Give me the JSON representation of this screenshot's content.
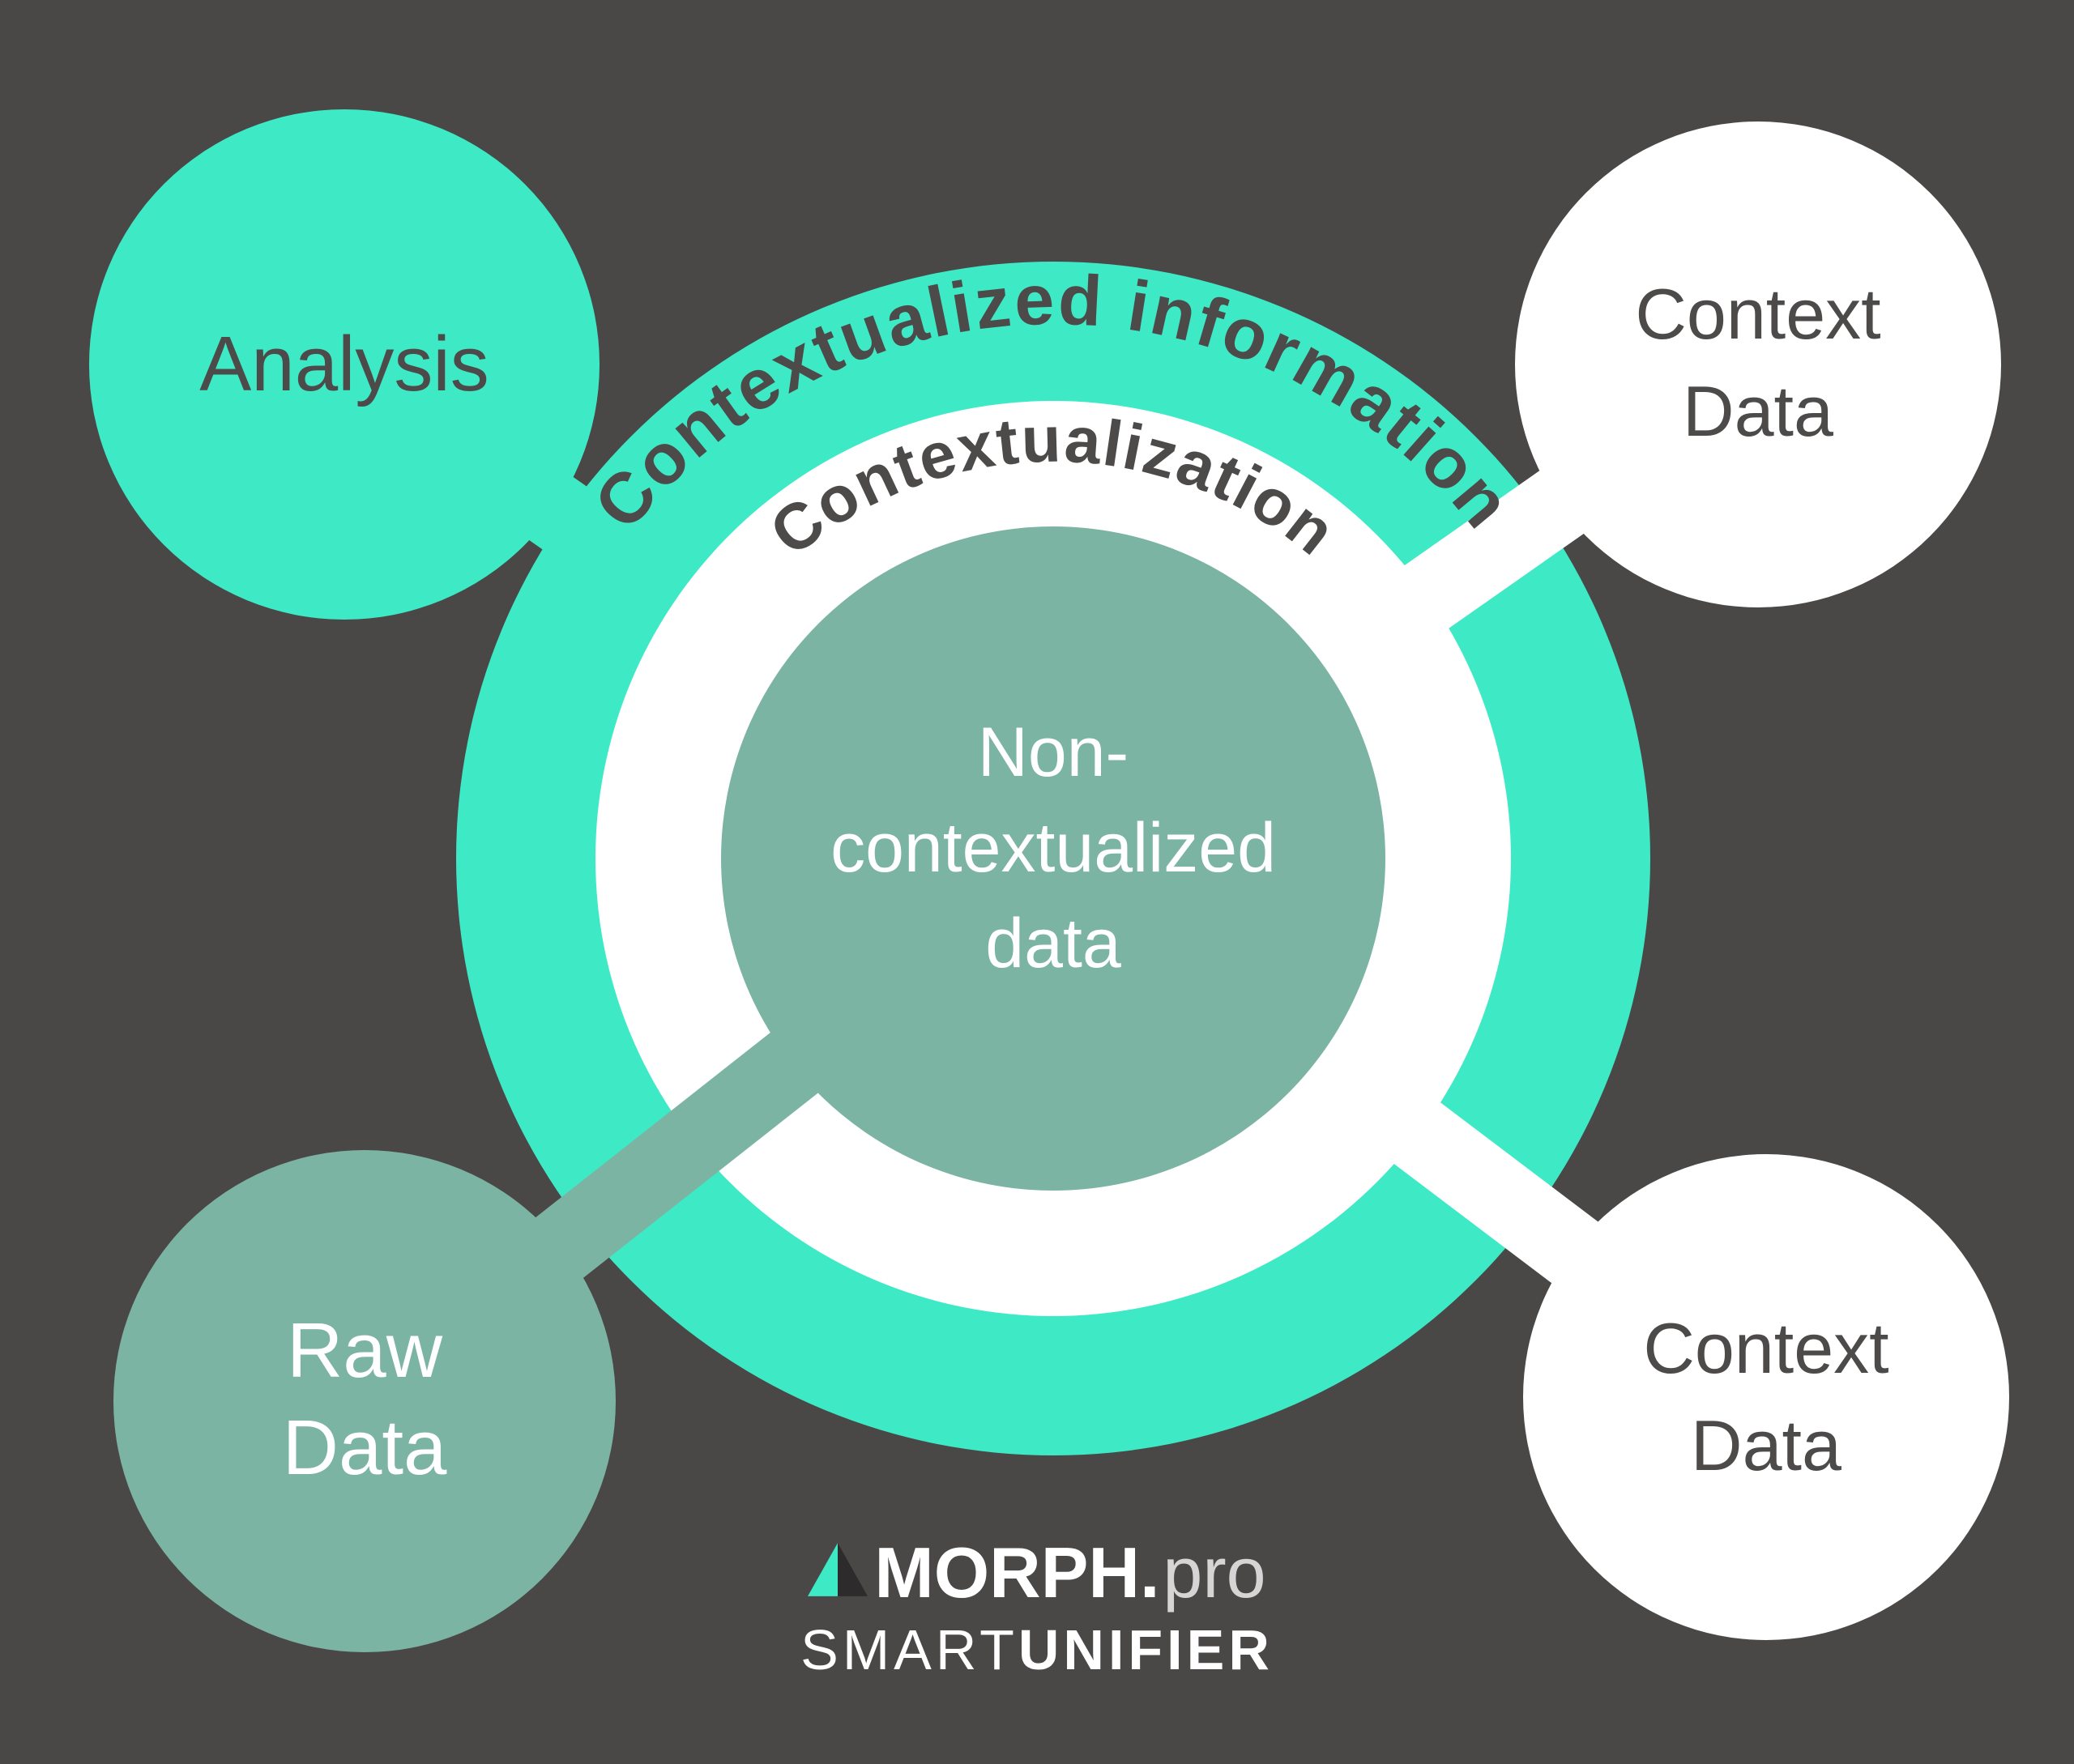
{
  "colors": {
    "background": "#4a4747",
    "mint": "#3ee9c6",
    "sage": "#7cb4a4",
    "white": "#ffffff",
    "dark_text": "#4d4a4a",
    "logo_dark": "#2d2b2b"
  },
  "diagram": {
    "outer_ring_label": "Contextualized information",
    "inner_ring_label": "Contextualization",
    "center_circle": {
      "line1": "Non-",
      "line2": "contextualized",
      "line3": "data"
    },
    "satellites": {
      "analysis": {
        "label": "Analysis"
      },
      "context_data_top_right": {
        "line1": "Context",
        "line2": "Data"
      },
      "raw_data": {
        "line1": "Raw",
        "line2": "Data"
      },
      "context_data_bottom_right": {
        "line1": "Context",
        "line2": "Data"
      }
    }
  },
  "logo": {
    "wordmark_bold": "MORPH.",
    "wordmark_light": "pro",
    "subbrand_light": "SMART",
    "subbrand_bold": "UNIFIER"
  }
}
